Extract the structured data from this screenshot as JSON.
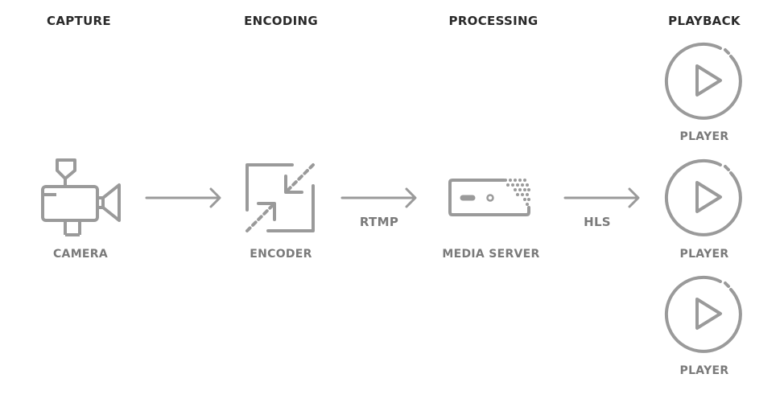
{
  "stages": [
    {
      "heading": "CAPTURE"
    },
    {
      "heading": "ENCODING"
    },
    {
      "heading": "PROCESSING"
    },
    {
      "heading": "PLAYBACK"
    }
  ],
  "nodes": {
    "camera": {
      "label": "CAMERA",
      "icon": "camera-icon"
    },
    "encoder": {
      "label": "ENCODER",
      "icon": "compress-arrows-icon"
    },
    "media_server": {
      "label": "MEDIA SERVER",
      "icon": "server-icon"
    },
    "players": [
      {
        "label": "PLAYER",
        "icon": "play-icon"
      },
      {
        "label": "PLAYER",
        "icon": "play-icon"
      },
      {
        "label": "PLAYER",
        "icon": "play-icon"
      }
    ]
  },
  "connections": [
    {
      "from": "camera",
      "to": "encoder",
      "label": ""
    },
    {
      "from": "encoder",
      "to": "media_server",
      "label": "RTMP"
    },
    {
      "from": "media_server",
      "to": "players",
      "label": "HLS"
    }
  ],
  "colors": {
    "heading": "#2a2a2a",
    "icon": "#9a9a9a",
    "label": "#7a7a7a"
  }
}
